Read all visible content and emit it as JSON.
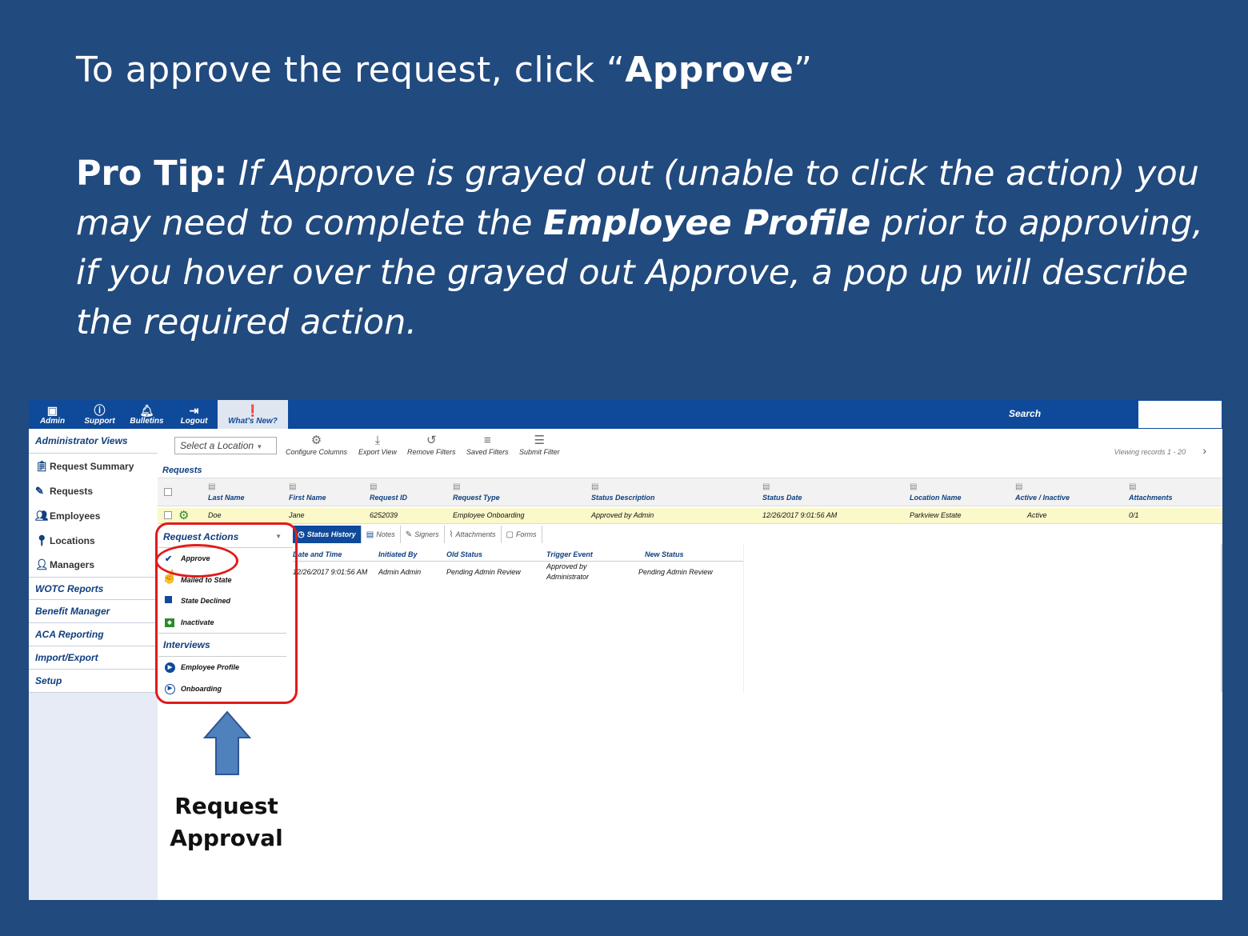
{
  "slide": {
    "title_prefix": "To approve the request, click “",
    "title_bold": "Approve",
    "title_suffix": "”",
    "protip_lead": "Pro Tip:",
    "protip_part1": " If Approve is grayed out (unable to click the action) you may need to complete the ",
    "protip_bold": "Employee Profile",
    "protip_part2": " prior to approving, if you hover over the grayed out Approve, a pop up will describe the required action.",
    "caption_line1": "Request",
    "caption_line2": "Approval"
  },
  "topnav": [
    {
      "label": "Admin",
      "icon": "admin-icon"
    },
    {
      "label": "Support",
      "icon": "help-icon"
    },
    {
      "label": "Bulletins",
      "icon": "bell-icon"
    },
    {
      "label": "Logout",
      "icon": "logout-icon"
    },
    {
      "label": "What's New?",
      "icon": "alert-icon"
    }
  ],
  "search_label": "Search",
  "sidebar": {
    "header": "Administrator Views",
    "items": [
      "Request Summary",
      "Requests",
      "Employees",
      "Locations",
      "Managers"
    ],
    "sections": [
      "WOTC Reports",
      "Benefit Manager",
      "ACA Reporting",
      "Import/Export",
      "Setup"
    ]
  },
  "toolbar": {
    "location_placeholder": "Select a Location",
    "buttons": [
      "Configure Columns",
      "Export View",
      "Remove Filters",
      "Saved Filters",
      "Submit Filter"
    ],
    "viewing": "Viewing records 1 - 20"
  },
  "requests_label": "Requests",
  "grid": {
    "columns": [
      "Last Name",
      "First Name",
      "Request ID",
      "Request Type",
      "Status Description",
      "Status Date",
      "Location Name",
      "Active / Inactive",
      "Attachments"
    ],
    "row": [
      "Doe",
      "Jane",
      "6252039",
      "Employee Onboarding",
      "Approved by Admin",
      "12/26/2017 9:01:56 AM",
      "Parkview Estate",
      "Active",
      "0/1"
    ]
  },
  "tabs": [
    "Status History",
    "Notes",
    "Signers",
    "Attachments",
    "Forms"
  ],
  "history": {
    "columns": [
      "Date and Time",
      "Initiated By",
      "Old Status",
      "Trigger Event",
      "New Status"
    ],
    "row": [
      "12/26/2017 9:01:56 AM",
      "Admin Admin",
      "Pending Admin Review",
      "Approved by",
      "Administrator",
      "Pending Admin Review"
    ]
  },
  "actions": {
    "header": "Request Actions",
    "items": [
      "Approve",
      "Mailed to State",
      "State Declined",
      "Inactivate"
    ],
    "interviews_header": "Interviews",
    "interviews": [
      "Employee Profile",
      "Onboarding"
    ]
  },
  "colors": {
    "background": "#214a7e",
    "app_blue": "#0f4a9a",
    "highlight_red": "#e01b1b",
    "row_yellow": "#fbf8c9"
  }
}
